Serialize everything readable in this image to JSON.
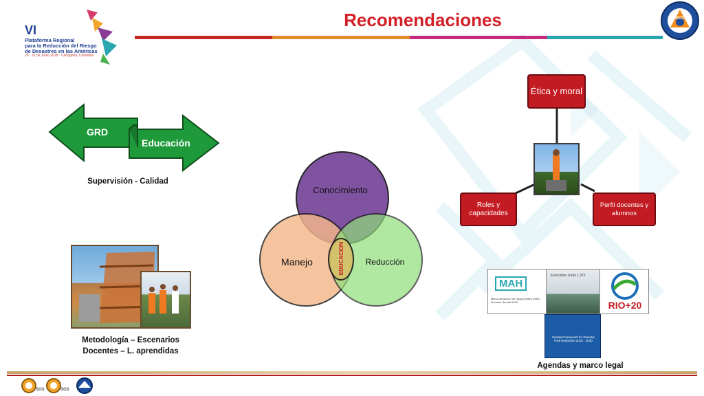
{
  "header": {
    "title": "Recomendaciones",
    "logo": {
      "vi": "VI",
      "lines": [
        "Plataforma Regional",
        "para la Reducción del Riesgo",
        "de Desastres en las Américas"
      ],
      "date": "20 · 22 de Junio 2018 · Cartagena, Colombia"
    },
    "seal": {
      "text": "DEFENSA CIVIL COLOMBIANA",
      "abbr": "DCC"
    }
  },
  "left_top": {
    "arrow_left": "GRD",
    "arrow_right": "Educación",
    "caption": "Supervisión - Calidad"
  },
  "left_bottom": {
    "caption_line1": "Metodología – Escenarios",
    "caption_line2": "Docentes – L. aprendidas"
  },
  "venn": {
    "top": "Conocimiento",
    "left": "Manejo",
    "right": "Reducción",
    "center": "EDUCACION"
  },
  "hub": {
    "top": "Ética y moral",
    "left": "Roles y capacidades",
    "right": "Perfil docentes y alumnos"
  },
  "agendas": {
    "mah": "MAH",
    "mah_sub": "Marco de Acción de Hyogo (MAH) 2005 - Revisión Sendai 2015",
    "doc_title": "Estocolmo Junio 1.972",
    "rio": "RIO+20",
    "sendai": "Sendai Framework for Disaster Risk Reduction 2015 - 2030",
    "caption": "Agendas y marco legal"
  },
  "footer": {
    "badges": [
      "SGS",
      "SGS"
    ]
  },
  "colors": {
    "title_red": "#d32027",
    "arrow_green": "#1f9d3a",
    "node_red": "#c31b22"
  }
}
